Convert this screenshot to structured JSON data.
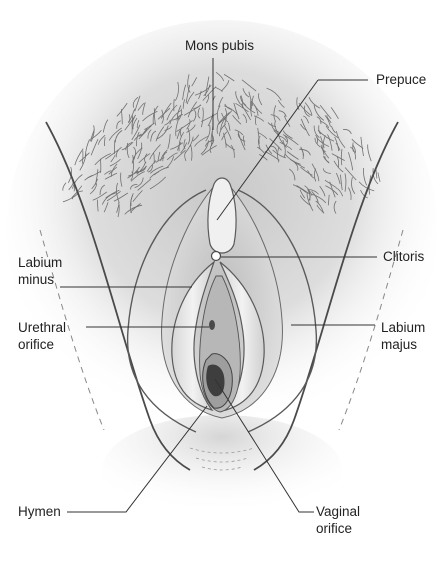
{
  "diagram": {
    "colors": {
      "background": "#ffffff",
      "shading": "#b9b9b9",
      "outline": "#4a4a4a",
      "hair": "#6f6f6f",
      "leader": "#333333",
      "text": "#222222"
    },
    "labels": {
      "mons_pubis": "Mons pubis",
      "prepuce": "Prepuce",
      "clitoris": "Clitoris",
      "labium_minus": [
        "Labium",
        "minus"
      ],
      "urethral_orifice": [
        "Urethral",
        "orifice"
      ],
      "labium_majus": [
        "Labium",
        "majus"
      ],
      "hymen": "Hymen",
      "vaginal_orifice": [
        "Vaginal",
        "orifice"
      ]
    }
  }
}
